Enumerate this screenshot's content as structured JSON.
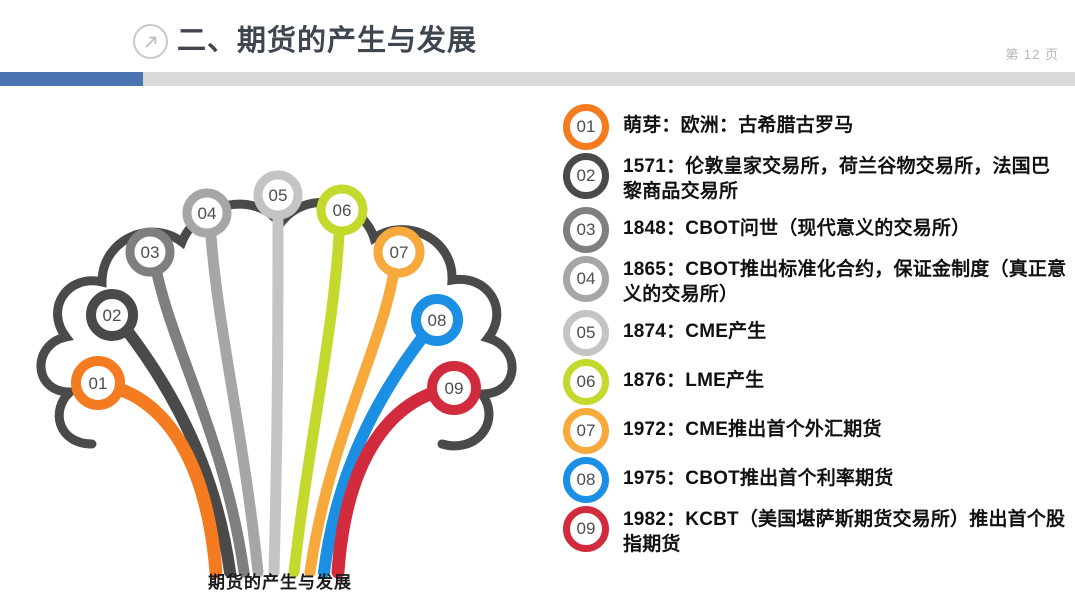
{
  "header": {
    "title": "二、期货的产生与发展",
    "page_number": "第 12 页",
    "arrow_icon": "diagonal-arrow-up-right-icon",
    "accent_color": "#4a75b0",
    "rule_color": "#d9d9d9"
  },
  "diagram": {
    "caption": "期货的产生与发展",
    "crown_color": "#4a4a4a",
    "nodes": [
      {
        "label": "01",
        "color": "#f47b20"
      },
      {
        "label": "02",
        "color": "#4a4a4a"
      },
      {
        "label": "03",
        "color": "#7f7f7f"
      },
      {
        "label": "04",
        "color": "#a6a6a6"
      },
      {
        "label": "05",
        "color": "#c4c4c4"
      },
      {
        "label": "06",
        "color": "#c4d92e"
      },
      {
        "label": "07",
        "color": "#f7a93b"
      },
      {
        "label": "08",
        "color": "#1a8fe3"
      },
      {
        "label": "09",
        "color": "#d32b3e"
      }
    ]
  },
  "list": {
    "items": [
      {
        "num": "01",
        "color": "#f47b20",
        "text": "萌芽：欧洲：古希腊古罗马",
        "lines": 1
      },
      {
        "num": "02",
        "color": "#4a4a4a",
        "text": "1571：伦敦皇家交易所，荷兰谷物交易所，法国巴黎商品交易所",
        "lines": 2
      },
      {
        "num": "03",
        "color": "#7f7f7f",
        "text": "1848：CBOT问世（现代意义的交易所）",
        "lines": 1
      },
      {
        "num": "04",
        "color": "#a6a6a6",
        "text": "1865：CBOT推出标准化合约，保证金制度（真正意义的交易所）",
        "lines": 2
      },
      {
        "num": "05",
        "color": "#c4c4c4",
        "text": "1874：CME产生",
        "lines": 1
      },
      {
        "num": "06",
        "color": "#c4d92e",
        "text": "1876：LME产生",
        "lines": 1
      },
      {
        "num": "07",
        "color": "#f7a93b",
        "text": "1972：CME推出首个外汇期货",
        "lines": 1
      },
      {
        "num": "08",
        "color": "#1a8fe3",
        "text": "1975：CBOT推出首个利率期货",
        "lines": 1
      },
      {
        "num": "09",
        "color": "#d32b3e",
        "text": "1982：KCBT（美国堪萨斯期货交易所）推出首个股指期货",
        "lines": 2
      }
    ]
  }
}
